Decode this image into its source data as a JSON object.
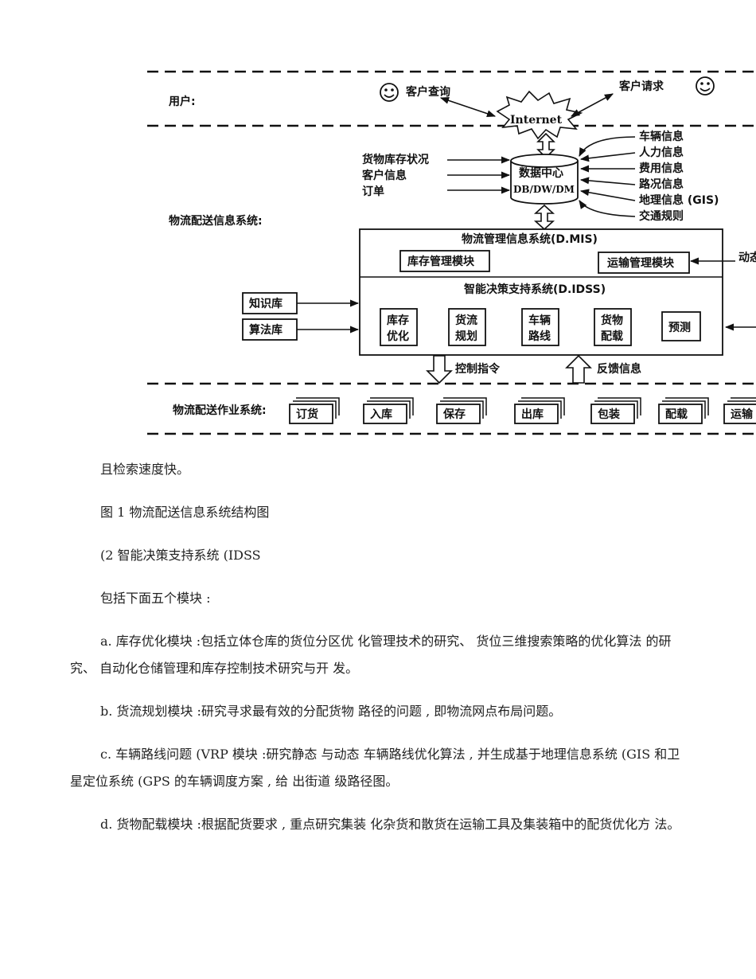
{
  "figure": {
    "user_label": "用户:",
    "customer_query": "客户查询",
    "customer_request": "客户请求",
    "internet": "Internet",
    "data_center_line1": "数据中心",
    "data_center_line2": "DB/DW/DM",
    "left_inputs": [
      "货物库存状况",
      "客户信息",
      "订单"
    ],
    "right_inputs": [
      "车辆信息",
      "人力信息",
      "费用信息",
      "路况信息",
      "地理信息 (GIS)",
      "交通规则"
    ],
    "system_label": "物流配送信息系统:",
    "dmis_title": "物流管理信息系统(D.MIS)",
    "inventory_module": "库存管理模块",
    "transport_module": "运输管理模块",
    "dynamic_label": "动态",
    "idss_title": "智能决策支持系统(D.IDSS)",
    "knowledge_base": "知识库",
    "algorithm_base": "算法库",
    "idss_modules": [
      [
        "库存",
        "优化"
      ],
      [
        "货流",
        "规划"
      ],
      [
        "车辆",
        "路线"
      ],
      [
        "货物",
        "配载"
      ],
      [
        "预测"
      ]
    ],
    "control_command": "控制指令",
    "feedback_info": "反馈信息",
    "operation_label": "物流配送作业系统:",
    "operations": [
      "订货",
      "入库",
      "保存",
      "出库",
      "包装",
      "配载",
      "运输"
    ]
  },
  "paragraphs": [
    "且检索速度快。",
    "图 1 物流配送信息系统结构图",
    "(2 智能决策支持系统 (IDSS",
    "包括下面五个模块 :",
    "a. 库存优化模块 :包括立体仓库的货位分区优 化管理技术的研究、 货位三维搜索策略的优化算法 的研究、 自动化仓储管理和库存控制技术研究与开 发。",
    "b. 货流规划模块 :研究寻求最有效的分配货物 路径的问题 , 即物流网点布局问题。",
    "c. 车辆路线问题 (VRP 模块 :研究静态 与动态 车辆路线优化算法 , 并生成基于地理信息系统 (GIS 和卫星定位系统 (GPS 的车辆调度方案 , 给 出街道 级路径图。",
    "d. 货物配载模块 :根据配货要求 , 重点研究集装 化杂货和散货在运输工具及集装箱中的配货优化方 法。"
  ]
}
